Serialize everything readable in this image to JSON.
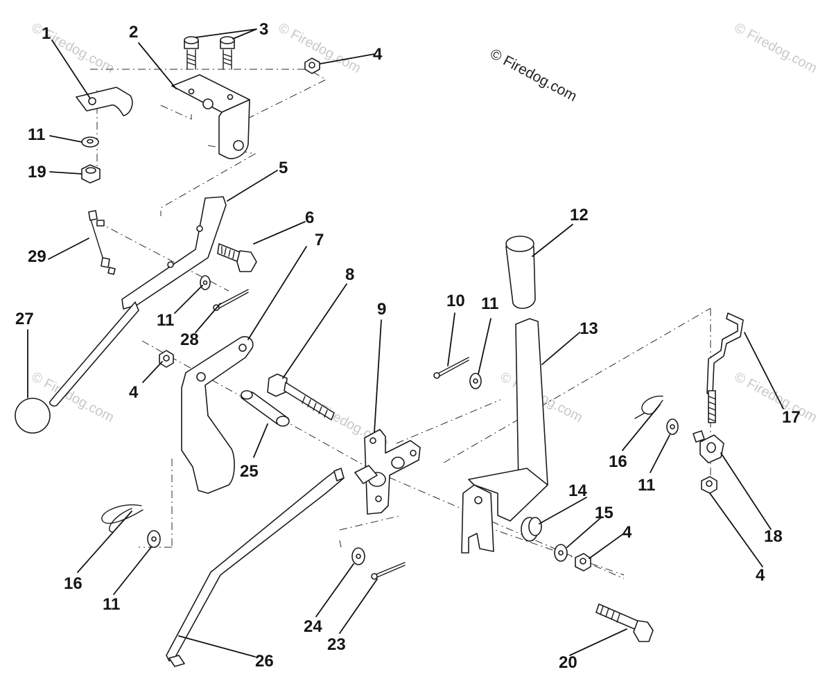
{
  "watermark": {
    "brand_text": "© Firedog.com",
    "faint_text": "© Firedog.com"
  },
  "callouts": {
    "c1": "1",
    "c2": "2",
    "c3": "3",
    "c4a": "4",
    "c4b": "4",
    "c4c": "4",
    "c4d": "4",
    "c5": "5",
    "c6": "6",
    "c7": "7",
    "c8": "8",
    "c9": "9",
    "c10": "10",
    "c11a": "11",
    "c11b": "11",
    "c11c": "11",
    "c11d": "11",
    "c11e": "11",
    "c12": "12",
    "c13": "13",
    "c14": "14",
    "c15": "15",
    "c16a": "16",
    "c16b": "16",
    "c17": "17",
    "c18": "18",
    "c19": "19",
    "c20": "20",
    "c23": "23",
    "c24": "24",
    "c25": "25",
    "c26": "26",
    "c27": "27",
    "c28": "28",
    "c29": "29"
  }
}
